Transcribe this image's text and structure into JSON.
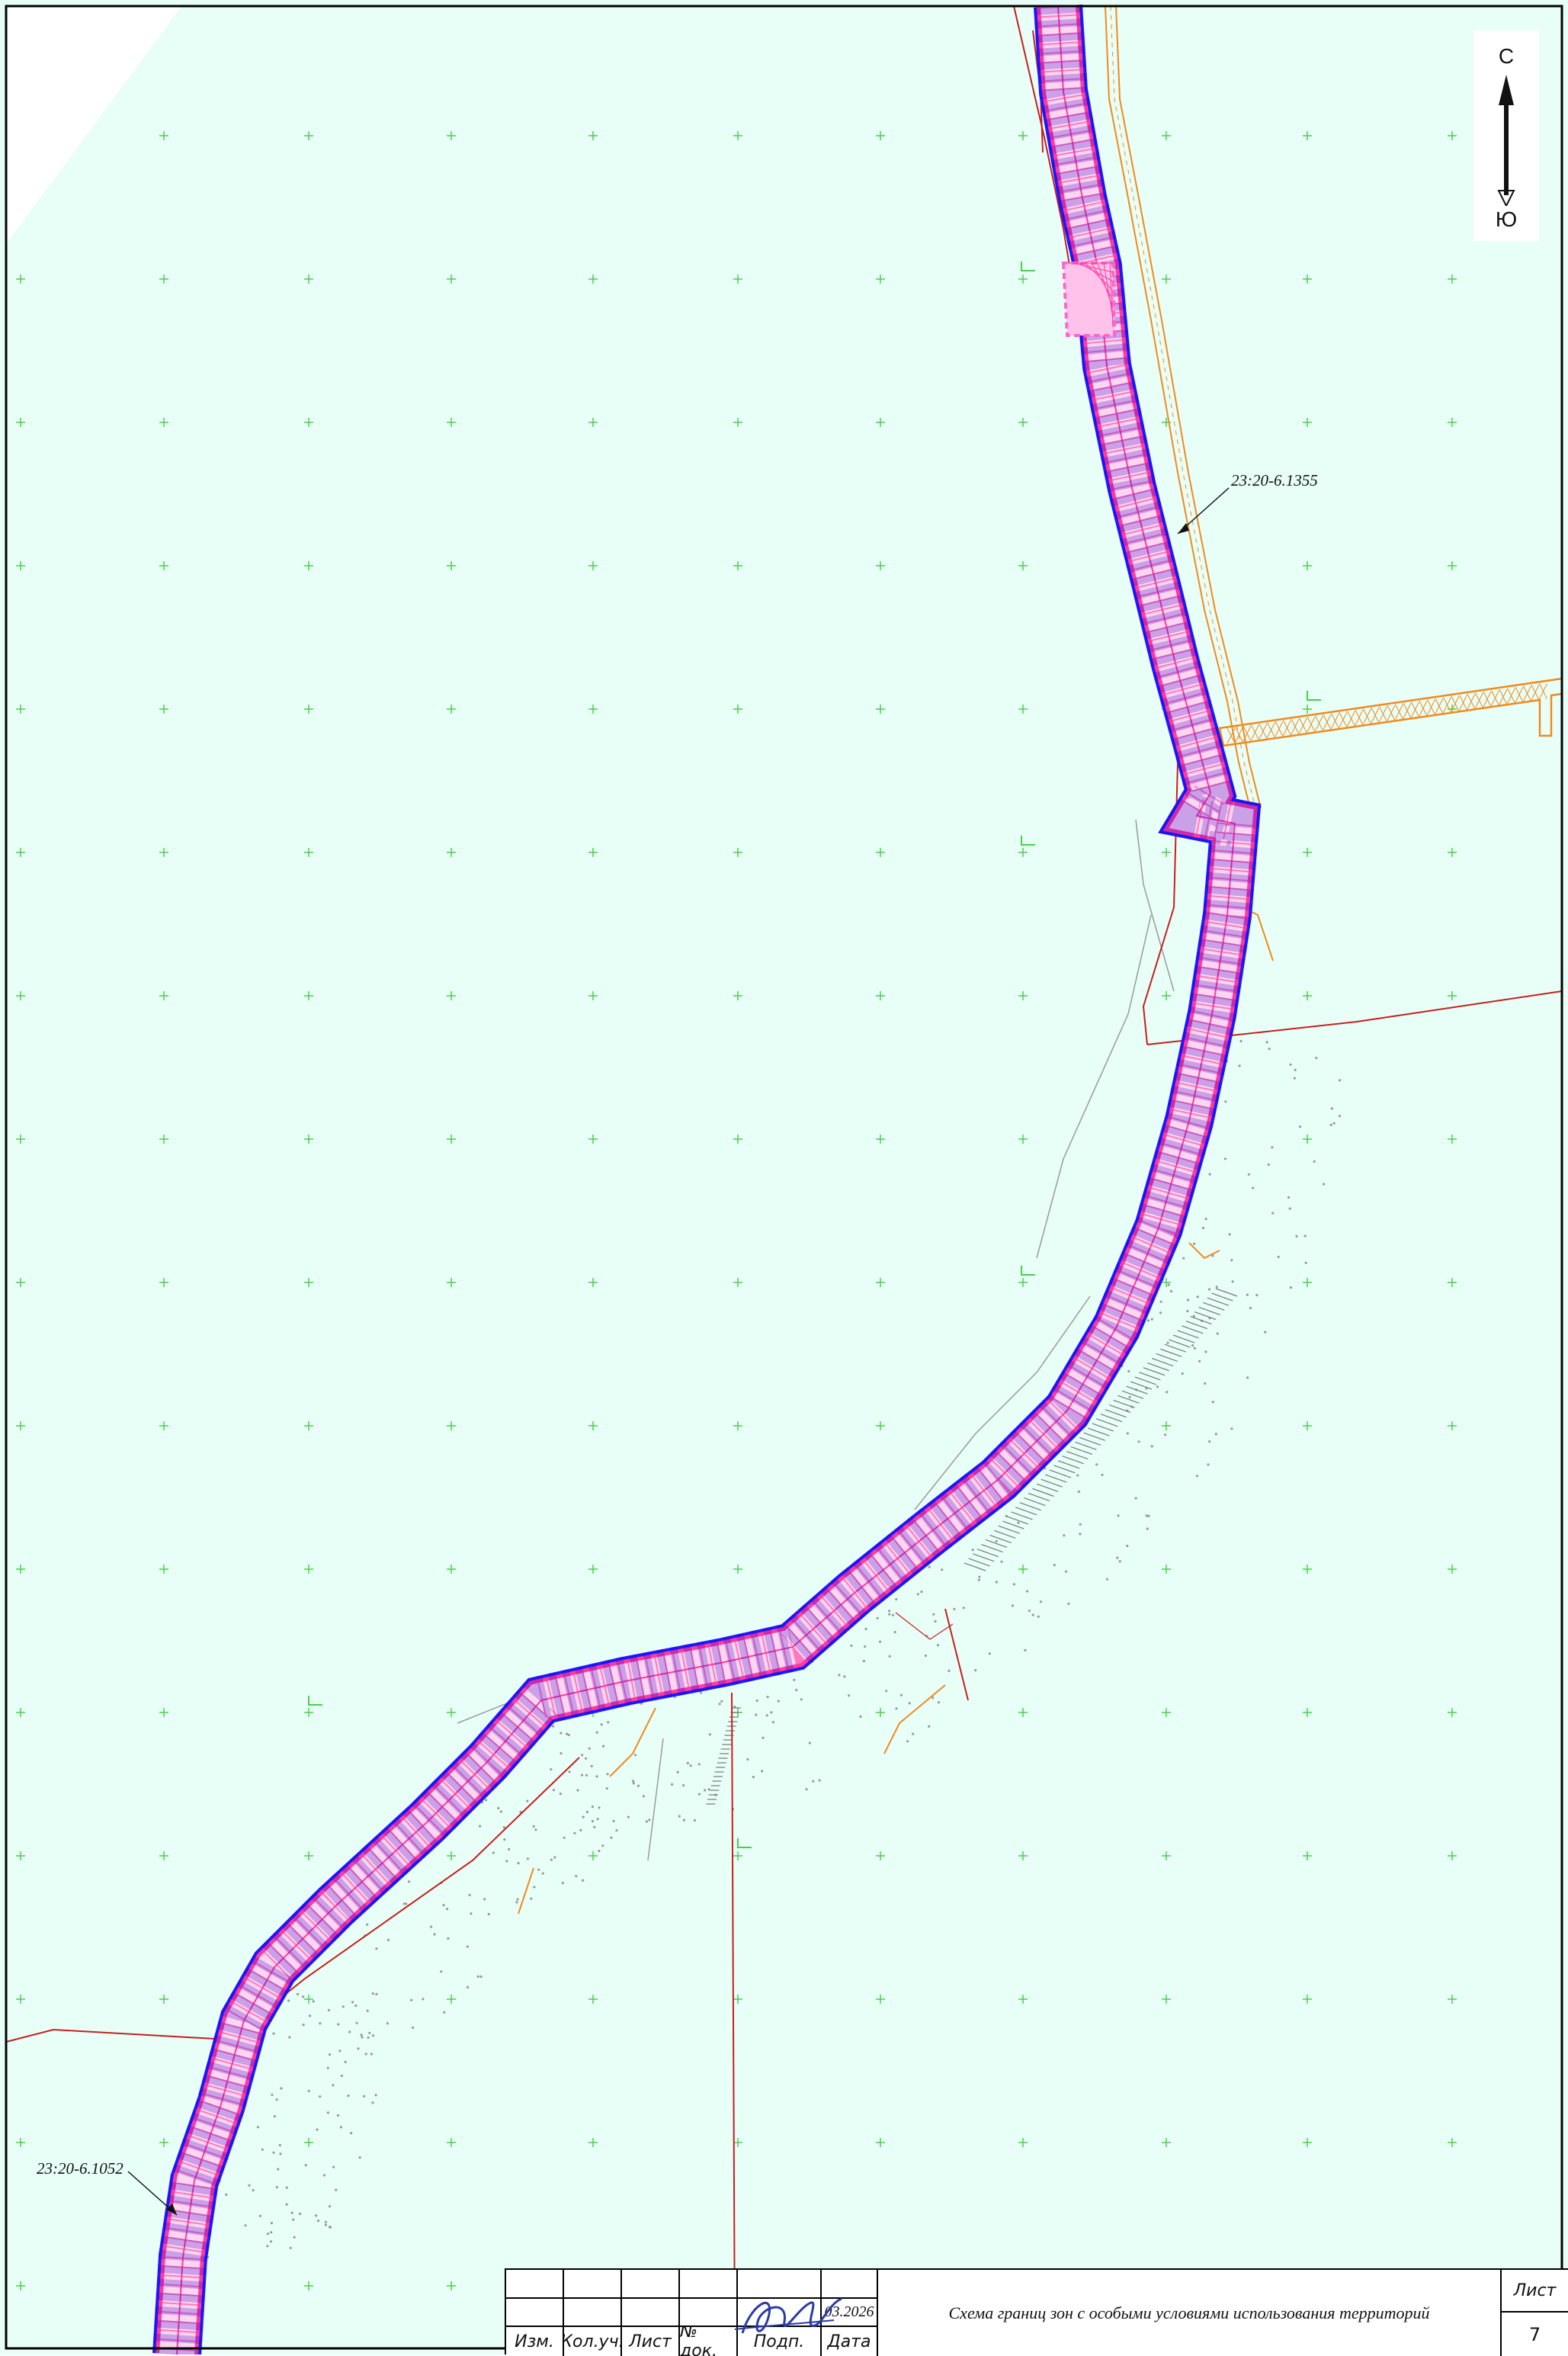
{
  "map": {
    "background_color": "#e8fff8",
    "frame_color": "#000000",
    "grid_cross_color": "#4ccd4c",
    "route_outer_color": "#1a1aff",
    "route_inner_color": "#ff3aa0",
    "route_dash_color": "#2a00c8",
    "boundary_color": "#c81e1e",
    "orange_road_color": "#f08a1e",
    "pink_zone_color": "#ff66cc",
    "terrain_color": "#9a9a9a"
  },
  "zone_labels": [
    {
      "id": "zone-1355",
      "text": "23:20-6.1355"
    },
    {
      "id": "zone-1052",
      "text": "23:20-6.1052"
    }
  ],
  "compass": {
    "icon": "north-arrow-icon",
    "north_label": "С",
    "south_label": "Ю"
  },
  "title_block": {
    "columns": [
      "Изм.",
      "Кол.уч.",
      "Лист",
      "№ док.",
      "Подп.",
      "Дата"
    ],
    "date_value": "03.2026",
    "title": "Схема границ зон с особыми условиями использования территорий",
    "sheet_label": "Лист",
    "sheet_number": "7",
    "signature_icon": "signature-icon"
  }
}
